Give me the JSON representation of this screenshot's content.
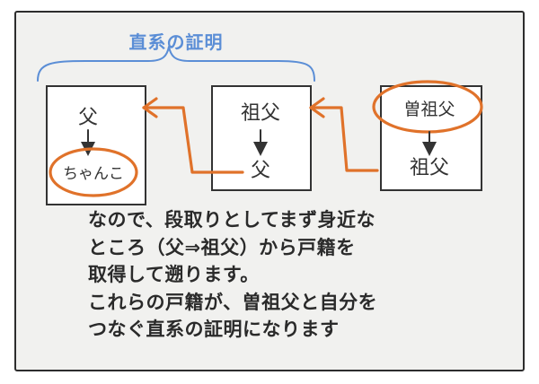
{
  "title": "直系の証明",
  "boxes": {
    "father": {
      "top_label": "父",
      "bottom_label": "ちゃんこ"
    },
    "grandfather": {
      "top_label": "祖父",
      "bottom_label": "父"
    },
    "great_grandfather": {
      "top_label": "曽祖父",
      "bottom_label": "祖父"
    }
  },
  "explanation": {
    "lines": [
      "なので、段取りとしてまず身近な",
      "ところ（父⇒祖父）から戸籍を",
      "取得して遡ります。",
      "これらの戸籍が、曽祖父と自分を",
      "つなぐ直系の証明になります"
    ]
  },
  "colors": {
    "title": "#5b8ed6",
    "brace": "#5b8ed6",
    "link_line": "#e0722a",
    "frame_background": "#f1f1ef",
    "frame_border": "#2d2d2d",
    "text": "#2a2a2a"
  }
}
